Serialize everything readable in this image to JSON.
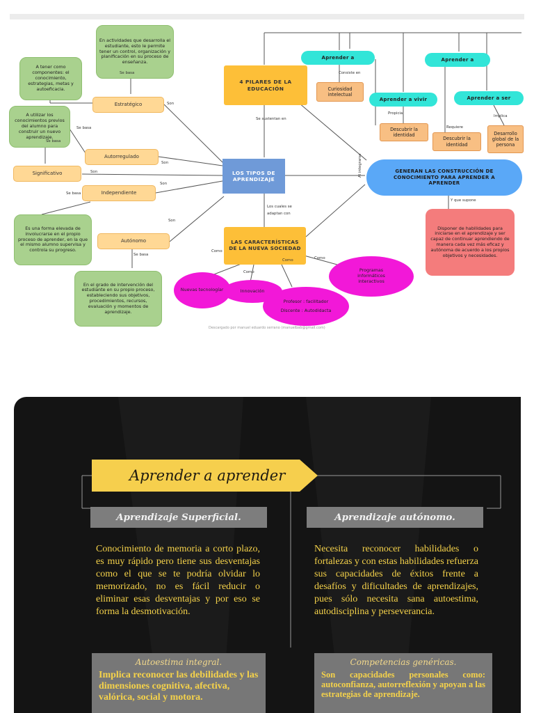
{
  "concept_map": {
    "center": "LOS TIPOS DE APRENDIZAJE",
    "pillars": "4 PILARES DE LA EDUCACIÓN",
    "characteristics": "LAS CARACTERÍSTICAS DE LA NUEVA SOCIEDAD",
    "generate": "GENERAN LAS CONSTRUCCIÓN DE CONOCIMIENTO PARA APRENDER A APRENDER",
    "types": {
      "estrategico": "Estratégico",
      "autorregulado": "Autorregulado",
      "significativo": "Significativo",
      "independiente": "Independiente",
      "autonomo": "Autónomo"
    },
    "green": {
      "estrategico_desc": "En actividades que desarrolla el estudiante, esto le permite tener un control, organización y planificación en su proceso de enseñanza.",
      "componentes": "A tener como componentes: el conocimiento, estrategias, metas y autoeficacia.",
      "previos": "A utilizar los conocimientos previos del alumno para construir un nuevo aprendizaje.",
      "independiente_desc": "Es una forma elevada de involucrarse en el propio proceso de aprender, en la que el mismo alumno supervisa y controla su progreso.",
      "autonomo_desc": "En el grado de intervención del estudiante en su propio proceso, estableciendo sus objetivos, procedimientos, recursos, evaluación y momentos de aprendizaje."
    },
    "pillar_items": {
      "aprender_a_1": "Aprender a",
      "aprender_a_2": "Aprender a",
      "aprender_a_vivir": "Aprender a vivir",
      "aprender_a_ser": "Aprender a ser",
      "curiosidad": "Curiosidad intelectual",
      "descubrir_1": "Descubrir la identidad",
      "descubrir_2": "Descubrir la identidad",
      "desarrollo": "Desarrollo global de la persona"
    },
    "red_box": "Disponer de habilidades para iniciarse en el aprendizaje y ser capaz de continuar aprendiendo de manera cada vez más eficaz y autónoma de acuerdo a los propios objetivos y necesidades.",
    "society": {
      "nuevas_tecnologias": "Nuevas tecnologías",
      "innovacion": "Innovación",
      "profesor": "Profesor : facilitador",
      "discente": "Discente : Autodidacta",
      "programas": "Programas informáticos interactivos"
    },
    "labels": {
      "son": "Son",
      "se_basa": "Se basa",
      "se_sustentan_en": "Se sustentan en",
      "los_cuales": "Los cuales se adaptan con",
      "consiste_en": "Consiste en",
      "propicia": "Propicia",
      "requiere": "Requiere",
      "implica": "Implica",
      "al_integrarse": "Al integrarse",
      "y_que_supone": "Y que supone",
      "como": "Como"
    },
    "footer": "Descargado por manuel eduardo serrano (manuelbab@gmail.com)"
  },
  "poster": {
    "title": "Aprender a aprender",
    "left_heading": "Aprendizaje Superficial.",
    "right_heading": "Aprendizaje autónomo.",
    "left_text": "Conocimiento de memoria a corto plazo, es muy rápido pero tiene sus desventajas como el que se te podría olvidar lo memorizado, no es fácil reducir o eliminar esas desventajas y por eso se forma la desmotivación.",
    "right_text": "Necesita reconocer habilidades o fortalezas y con estas habilidades refuerza sus capacidades de éxitos frente a desafíos y dificultades de aprendizajes, pues sólo necesita sana autoestima, autodisciplina y perseverancia.",
    "left_box_title": "Autoestima integral.",
    "left_box_text": "Implica reconocer las debilidades y las dimensiones cognitiva, afectiva, valórica, social y motora.",
    "right_box_title": "Competencias genéricas.",
    "right_box_text": "Son capacidades personales como: autoconfianza, autorreflexión y apoyan a las estrategias de aprendizaje."
  },
  "colors": {
    "green": "#a9d18e",
    "yellow": "#ffd895",
    "orange": "#f8bf83",
    "blue": "#6f9ad8",
    "cyan": "#32e5d8",
    "magenta": "#f218d8",
    "red": "#f47c7c",
    "gold": "#f6cf4d"
  }
}
